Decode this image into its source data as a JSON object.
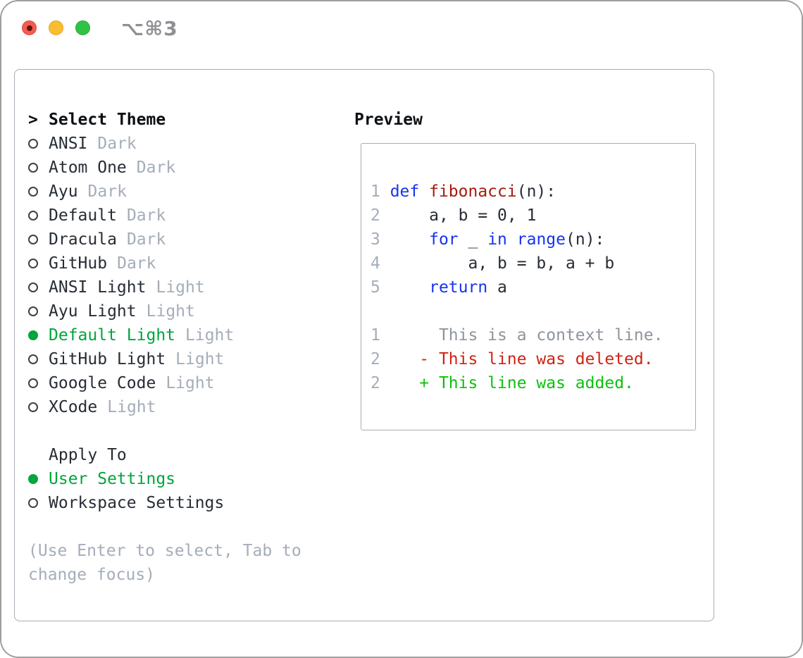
{
  "window": {
    "title": "⌥⌘3"
  },
  "colors": {
    "text_dark": "#272d35",
    "header_black": "#0c0f13",
    "muted_gray": "#a4adb9",
    "context_gray": "#8d959e",
    "accent_green": "#00a53c",
    "added_green": "#0cc20e",
    "deleted_red": "#ce2312",
    "function_red": "#a51b0d",
    "keyword_blue": "#1634f0",
    "border_gray": "#a6adb7"
  },
  "sidebar": {
    "header_marker": ">",
    "header": "Select Theme",
    "items": [
      {
        "name": "ANSI",
        "variant": "Dark",
        "selected": false
      },
      {
        "name": "Atom One",
        "variant": "Dark",
        "selected": false
      },
      {
        "name": "Ayu",
        "variant": "Dark",
        "selected": false
      },
      {
        "name": "Default",
        "variant": "Dark",
        "selected": false
      },
      {
        "name": "Dracula",
        "variant": "Dark",
        "selected": false
      },
      {
        "name": "GitHub",
        "variant": "Dark",
        "selected": false
      },
      {
        "name": "ANSI Light",
        "variant": "Light",
        "selected": false
      },
      {
        "name": "Ayu Light",
        "variant": "Light",
        "selected": false
      },
      {
        "name": "Default Light",
        "variant": "Light",
        "selected": true
      },
      {
        "name": "GitHub Light",
        "variant": "Light",
        "selected": false
      },
      {
        "name": "Google Code",
        "variant": "Light",
        "selected": false
      },
      {
        "name": "XCode",
        "variant": "Light",
        "selected": false
      }
    ]
  },
  "apply_to": {
    "header": "Apply To",
    "items": [
      {
        "label": "User Settings",
        "selected": true
      },
      {
        "label": "Workspace Settings",
        "selected": false
      }
    ]
  },
  "hint_lines": [
    "(Use Enter to select, Tab to",
    "change focus)"
  ],
  "preview": {
    "title": "Preview",
    "lines": [
      [
        [
          "num",
          "1 "
        ],
        [
          "kw",
          "def"
        ],
        [
          "fn",
          " fibonacci"
        ],
        [
          "pl",
          "(n):"
        ]
      ],
      [
        [
          "num",
          "2 "
        ],
        [
          "pl",
          "    a, b = 0, 1"
        ]
      ],
      [
        [
          "num",
          "3 "
        ],
        [
          "pl",
          "    "
        ],
        [
          "kw",
          "for"
        ],
        [
          "pl",
          " _ "
        ],
        [
          "kw",
          "in"
        ],
        [
          "pl",
          " "
        ],
        [
          "kw",
          "range"
        ],
        [
          "pl",
          "(n):"
        ]
      ],
      [
        [
          "num",
          "4 "
        ],
        [
          "pl",
          "        a, b = b, a + b"
        ]
      ],
      [
        [
          "num",
          "5 "
        ],
        [
          "pl",
          "    "
        ],
        [
          "kw",
          "return"
        ],
        [
          "pl",
          " a"
        ]
      ],
      [],
      [
        [
          "num",
          "1 "
        ],
        [
          "ctx",
          "     This is a context line."
        ]
      ],
      [
        [
          "num",
          "2 "
        ],
        [
          "del",
          "   - This line was deleted."
        ]
      ],
      [
        [
          "num",
          "2 "
        ],
        [
          "add",
          "   + This line was added."
        ]
      ]
    ]
  }
}
